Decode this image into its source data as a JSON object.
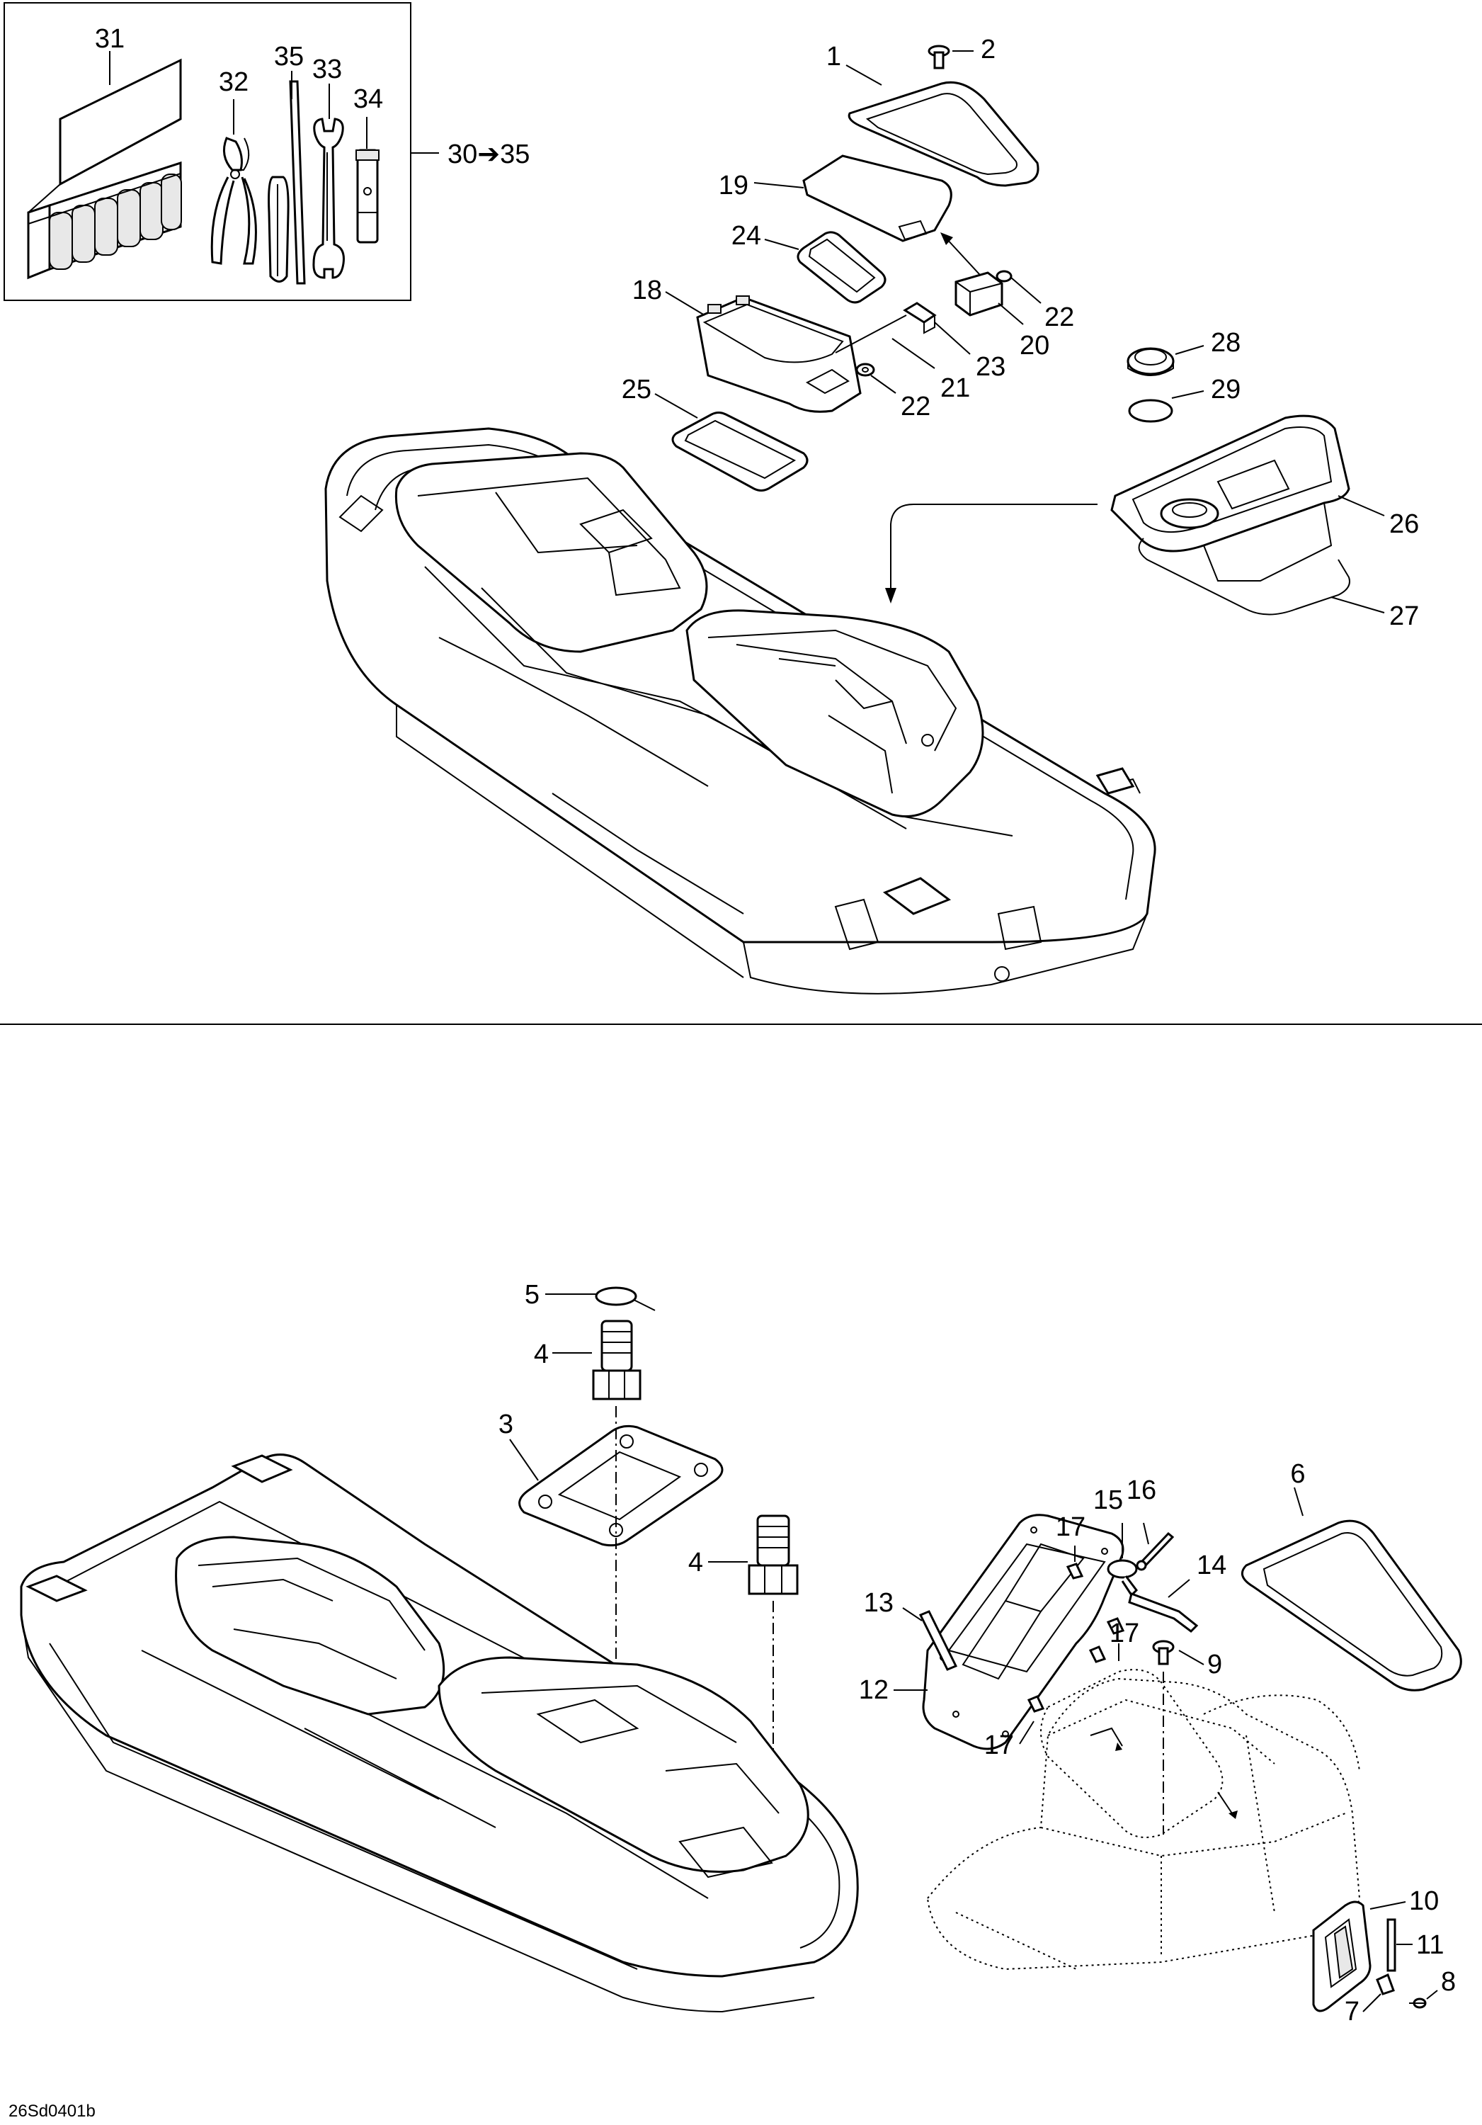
{
  "diagram_id": "26Sd0401b",
  "kit_range_label": "30➔35",
  "callouts": {
    "c1": "1",
    "c2": "2",
    "c3": "3",
    "c4a": "4",
    "c4b": "4",
    "c5": "5",
    "c6": "6",
    "c7": "7",
    "c8": "8",
    "c9": "9",
    "c10": "10",
    "c11": "11",
    "c12": "12",
    "c13": "13",
    "c14": "14",
    "c15": "15",
    "c16": "16",
    "c17a": "17",
    "c17b": "17",
    "c17c": "17",
    "c18": "18",
    "c19": "19",
    "c20": "20",
    "c21": "21",
    "c22a": "22",
    "c22b": "22",
    "c23": "23",
    "c24": "24",
    "c25": "25",
    "c26": "26",
    "c27": "27",
    "c28": "28",
    "c29": "29",
    "c31": "31",
    "c32": "32",
    "c33": "33",
    "c34": "34",
    "c35": "35"
  },
  "colors": {
    "ink": "#000000",
    "paper": "#ffffff",
    "shade": "#e8e8e8"
  }
}
